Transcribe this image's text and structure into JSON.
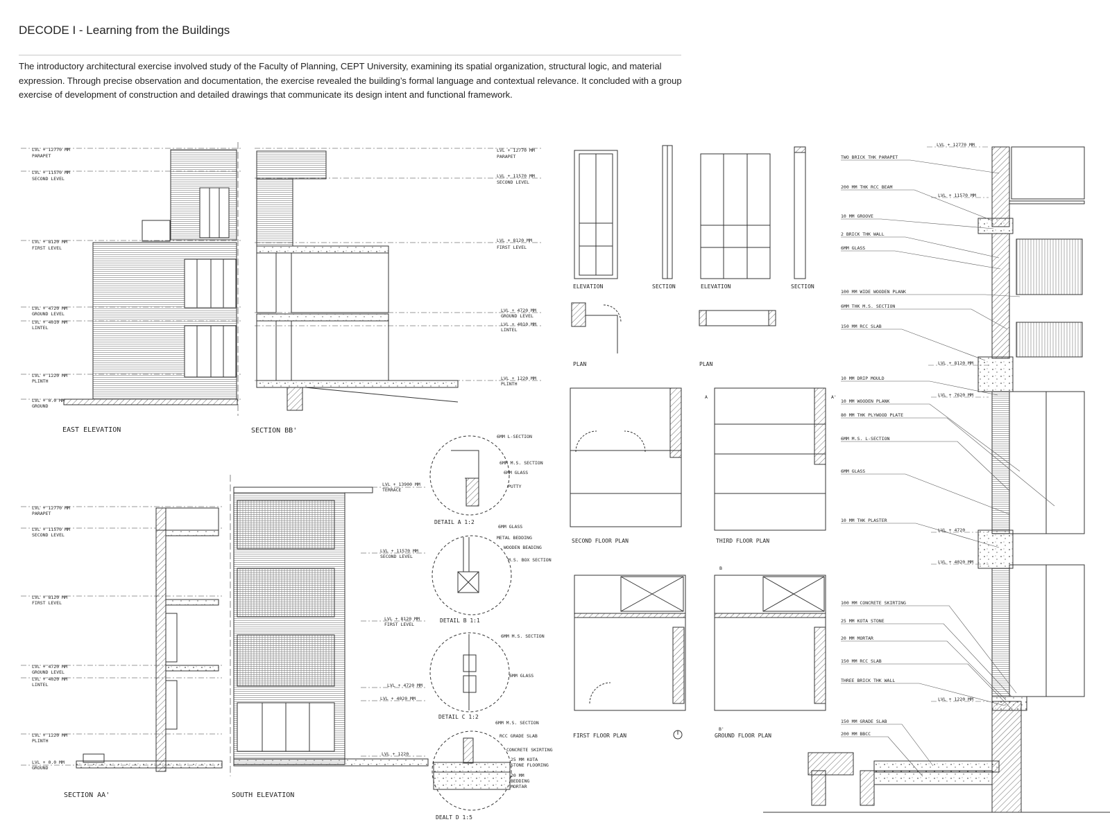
{
  "page": {
    "title": "DECODE I - Learning from the Buildings",
    "intro": "The introductory architectural exercise involved study of the Faculty of Planning, CEPT University, examining its spatial organization, structural logic, and material expression. Through precise observation and documentation, the exercise revealed the building’s formal language and contextual relevance. It concluded with a group exercise of development of construction and detailed drawings that communicate its design intent and functional framework."
  },
  "drawings": {
    "east_elevation": {
      "title": "EAST ELEVATION",
      "levels": [
        "LVL + 12770 MM",
        "PARAPET",
        "LVL + 11570 MM",
        "SECOND LEVEL",
        "LVL + 8120 MM",
        "FIRST LEVEL",
        "LVL + 4720 MM",
        "GROUND LEVEL",
        "LVL + 4010 MM",
        "LINTEL",
        "LVL + 1220 MM",
        "PLINTH",
        "LVL + 0.0 MM",
        "GROUND"
      ]
    },
    "section_bb": {
      "title": "SECTION BB'",
      "levels": [
        "LVL + 12770 MM",
        "PARAPET",
        "LVL + 11570 MM",
        "SECOND LEVEL",
        "LVL + 8120 MM",
        "FIRST LEVEL",
        "LVL + 4720 MM",
        "GROUND LEVEL",
        "LVL + 4010 MM",
        "LINTEL",
        "LVL + 1220 MM",
        "PLINTH"
      ]
    },
    "section_aa": {
      "title": "SECTION AA'",
      "levels": [
        "LVL + 12770 MM",
        "PARAPET",
        "LVL + 11570 MM",
        "SECOND LEVEL",
        "LVL + 8120 MM",
        "FIRST LEVEL",
        "LVL + 4720 MM",
        "GROUND LEVEL",
        "LVL + 4020 MM",
        "LINTEL",
        "LVL + 1220 MM",
        "PLINTH",
        "LVL + 0.0 MM",
        "GROUND"
      ]
    },
    "south_elevation": {
      "title": "SOUTH ELEVATION",
      "levels": [
        "LVL + 13900 MM",
        "TERRACE",
        "LVL + 11570 MM",
        "SECOND LEVEL",
        "LVL + 8120 MM",
        "FIRST LEVEL",
        "LVL + 4720 MM",
        "LVL + 4020 MM",
        "LVL + 1220"
      ]
    },
    "details": {
      "a": {
        "title": "DETAIL A  1:2",
        "notes": [
          "6MM L-SECTION",
          "6MM M.S. SECTION",
          "6MM GLASS",
          "PUTTY"
        ]
      },
      "b": {
        "title": "DETAIL B  1:1",
        "notes": [
          "6MM GLASS",
          "METAL BEDDING",
          "WOODEN BEADING",
          "M.S. BOX SECTION"
        ]
      },
      "c": {
        "title": "DETAIL C  1:2",
        "notes": [
          "6MM M.S. SECTION",
          "6MM GLASS"
        ]
      },
      "d": {
        "title": "DEALT D  1:5",
        "notes": [
          "6MM M.S. SECTION",
          "RCC GRADE SLAB",
          "CONCRETE SKIRTING",
          "25 MM KOTA",
          "STONE FLOORING",
          "20 MM",
          "BEDDING",
          "MORTAR"
        ]
      }
    },
    "window_labels": [
      "ELEVATION",
      "SECTION",
      "ELEVATION",
      "SECTION",
      "PLAN",
      "PLAN"
    ],
    "plans": {
      "second": "SECOND FLOOR PLAN",
      "third": "THIRD FLOOR PLAN",
      "first": "FIRST FLOOR PLAN",
      "ground": "GROUND FLOOR PLAN",
      "markers": [
        "A",
        "A'",
        "B",
        "B'"
      ]
    },
    "wall_section": {
      "levels": [
        "LVL + 12770 MM",
        "LVL + 11570 MM",
        "LVL + 8120 MM",
        "LVL + 7620 MM",
        "LVL + 4720",
        "LVL + 4020 MM",
        "LVL + 1220 MM"
      ],
      "notes": [
        "TWO BRICK THK PARAPET",
        "200 MM THK RCC BEAM",
        "10 MM GROOVE",
        "2 BRICK THK WALL",
        "6MM GLASS",
        "100 MM WIDE WOODEN PLANK",
        "6MM THK M.S. SECTION",
        "150 MM RCC SLAB",
        "10 MM DRIP MOULD",
        "10 MM WOODEN PLANK",
        "80 MM THK PLYWOOD PLATE",
        "6MM M.S. L-SECTION",
        "6MM GLASS",
        "10 MM THK PLASTER",
        "100 MM CONCRETE SKIRTING",
        "25 MM KOTA STONE",
        "20 MM MORTAR",
        "150 MM RCC SLAB",
        "THREE BRICK THK WALL",
        "150 MM GRADE SLAB",
        "200 MM BBCC"
      ]
    }
  }
}
